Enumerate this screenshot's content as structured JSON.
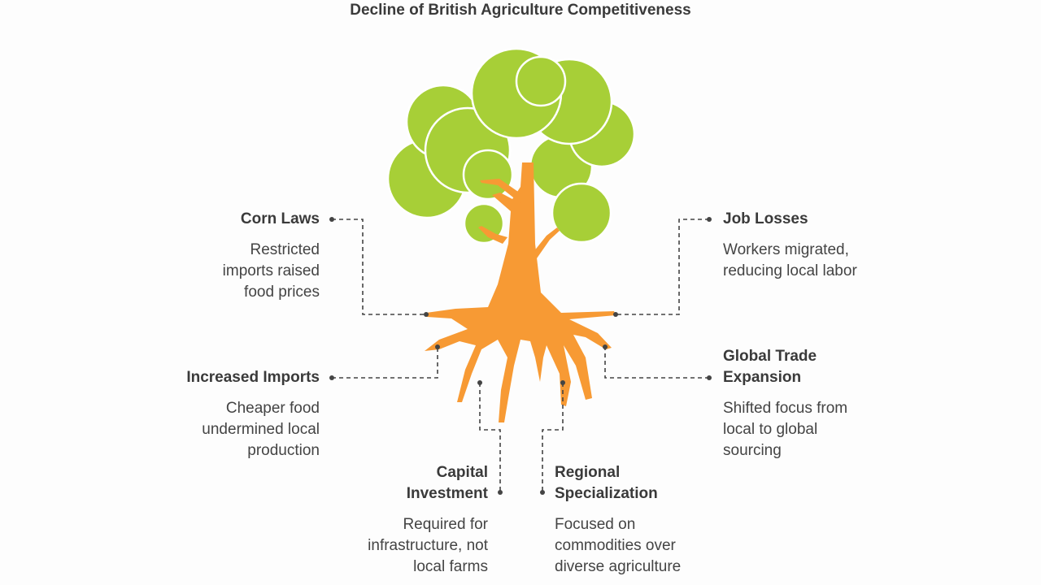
{
  "title": "Decline of British Agriculture Competitiveness",
  "colors": {
    "foliage": "#a7cf37",
    "trunk": "#f79a34",
    "text": "#3a3a3a",
    "connector": "#444444"
  },
  "items": {
    "corn_laws": {
      "heading": "Corn Laws",
      "description": "Restricted imports raised food prices"
    },
    "job_losses": {
      "heading": "Job Losses",
      "description": "Workers migrated, reducing local labor"
    },
    "increased_imports": {
      "heading": "Increased Imports",
      "description": "Cheaper food undermined local production"
    },
    "global_trade": {
      "heading": "Global Trade Expansion",
      "description": "Shifted focus from local to global sourcing"
    },
    "capital_investment": {
      "heading": "Capital Investment",
      "description": "Required for infrastructure, not local farms"
    },
    "regional_specialization": {
      "heading": "Regional Specialization",
      "description": "Focused on commodities over diverse agriculture"
    }
  }
}
